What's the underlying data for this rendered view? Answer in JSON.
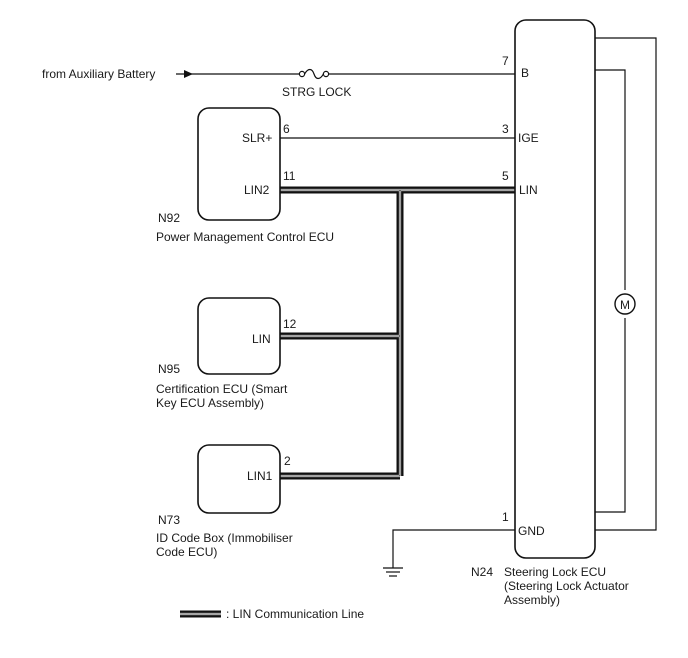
{
  "source": {
    "label": "from Auxiliary Battery"
  },
  "fuse": {
    "label": "STRG LOCK"
  },
  "ecus": {
    "n92": {
      "id": "N92",
      "name": "Power Management Control ECU",
      "pins": [
        {
          "name": "SLR+",
          "num": "6"
        },
        {
          "name": "LIN2",
          "num": "11"
        }
      ]
    },
    "n95": {
      "id": "N95",
      "name_lines": [
        "Certification ECU (Smart",
        "Key ECU Assembly)"
      ],
      "pins": [
        {
          "name": "LIN",
          "num": "12"
        }
      ]
    },
    "n73": {
      "id": "N73",
      "name_lines": [
        "ID Code Box (Immobiliser",
        "Code ECU)"
      ],
      "pins": [
        {
          "name": "LIN1",
          "num": "2"
        }
      ]
    },
    "n24": {
      "id": "N24",
      "name_lines": [
        "Steering Lock ECU",
        "(Steering Lock Actuator",
        "Assembly)"
      ],
      "pins": [
        {
          "name": "B",
          "num": "7"
        },
        {
          "name": "IGE",
          "num": "3"
        },
        {
          "name": "LIN",
          "num": "5"
        },
        {
          "name": "GND",
          "num": "1"
        }
      ]
    }
  },
  "motor": {
    "symbol": "M"
  },
  "legend": {
    "label": ": LIN Communication Line"
  }
}
